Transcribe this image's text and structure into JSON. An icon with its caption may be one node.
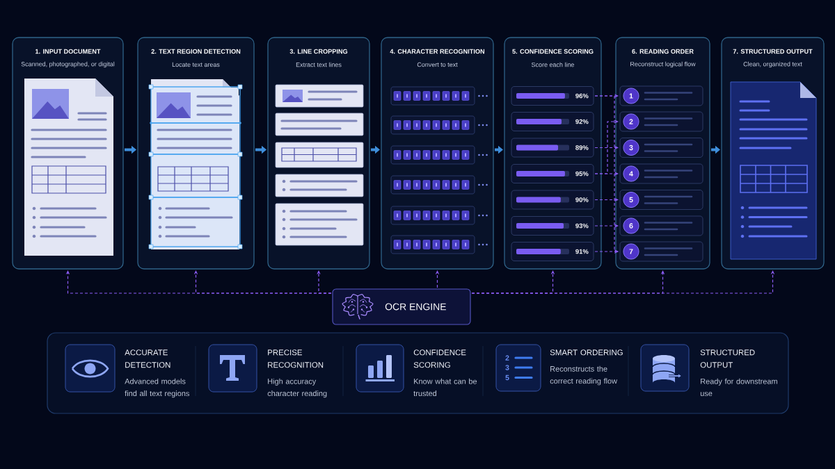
{
  "diagram": {
    "nodes": [
      {
        "text": [
          "1. INPUT DOCUMENT",
          "Scanned, photographed, or digital"
        ]
      },
      {
        "text": [
          "2. TEXT REGION DETECTION",
          "Locate text areas"
        ]
      },
      {
        "text": [
          "3. LINE CROPPING",
          "Extract text lines"
        ]
      },
      {
        "text": [
          "4. CHARACTER RECOGNITION",
          "Convert to text"
        ]
      },
      {
        "text": [
          "5. CONFIDENCE SCORING",
          "Score each line"
        ]
      },
      {
        "text": [
          "6. READING ORDER",
          "Reconstruct logical flow"
        ]
      },
      {
        "text": [
          "7. STRUCTURED OUTPUT",
          "Clean, organized text"
        ]
      },
      {
        "text": [
          "96%"
        ],
        "in": 4
      },
      {
        "text": [
          "92%"
        ],
        "in": 4
      },
      {
        "text": [
          "89%"
        ],
        "in": 4
      },
      {
        "text": [
          "95%"
        ],
        "in": 4
      },
      {
        "text": [
          "90%"
        ],
        "in": 4
      },
      {
        "text": [
          "93%"
        ],
        "in": 4
      },
      {
        "text": [
          "91%"
        ],
        "in": 4
      },
      {
        "text": [
          "1"
        ],
        "in": 5
      },
      {
        "text": [
          "2"
        ],
        "in": 5
      },
      {
        "text": [
          "3"
        ],
        "in": 5
      },
      {
        "text": [
          "4"
        ],
        "in": 5
      },
      {
        "text": [
          "5"
        ],
        "in": 5
      },
      {
        "text": [
          "6"
        ],
        "in": 5
      },
      {
        "text": [
          "7"
        ],
        "in": 5
      },
      {
        "text": [
          "OCR ENGINE"
        ]
      }
    ],
    "edges": [
      {
        "from": 0,
        "to": 1,
        "arrow": "to",
        "style": "thick",
        "color": "#3f8fdc"
      },
      {
        "from": 1,
        "to": 2,
        "arrow": "to",
        "style": "thick",
        "color": "#3f8fdc"
      },
      {
        "from": 2,
        "to": 3,
        "arrow": "to",
        "style": "thick",
        "color": "#3f8fdc"
      },
      {
        "from": 3,
        "to": 4,
        "arrow": "to",
        "style": "thick",
        "color": "#3f8fdc"
      },
      {
        "from": 5,
        "to": 6,
        "arrow": "to",
        "style": "thick",
        "color": "#3f8fdc"
      },
      {
        "from": 21,
        "to": 0,
        "arrow": "to",
        "style": "dashed"
      },
      {
        "from": 21,
        "to": 1,
        "arrow": "to",
        "style": "dashed"
      },
      {
        "from": 21,
        "to": 2,
        "arrow": "to",
        "style": "dashed"
      },
      {
        "from": 21,
        "to": 3,
        "arrow": "to",
        "style": "dashed"
      },
      {
        "from": 21,
        "to": 4,
        "arrow": "to",
        "style": "dashed"
      },
      {
        "from": 21,
        "to": 5,
        "arrow": "to",
        "style": "dashed"
      },
      {
        "from": 21,
        "to": 6,
        "arrow": "to",
        "style": "dashed"
      },
      {
        "from": 7,
        "to": 14,
        "arrow": "to",
        "style": "dashed"
      },
      {
        "from": 7,
        "to": 20,
        "arrow": "to",
        "style": "dashed"
      },
      {
        "from": 10,
        "to": 15,
        "arrow": "to",
        "style": "dashed"
      },
      {
        "from": 9,
        "to": 16,
        "arrow": "to",
        "style": "dashed"
      },
      {
        "from": 10,
        "to": 17,
        "arrow": "to",
        "style": "dashed"
      },
      {
        "from": 11,
        "to": 18,
        "arrow": "to",
        "style": "dashed"
      },
      {
        "from": 12,
        "to": 19,
        "arrow": "to",
        "style": "dashed"
      },
      {
        "from": 13,
        "to": 20,
        "arrow": "to",
        "style": "dashed"
      }
    ],
    "labels": [
      "ACCURATE DETECTION",
      "Advanced models find all text regions",
      "PRECISE RECOGNITION",
      "High accuracy character reading",
      "CONFIDENCE SCORING",
      "Know what can be trusted",
      "2",
      "3",
      "5",
      "SMART ORDERING",
      "Reconstructs the correct reading flow",
      "STRUCTURED OUTPUT",
      "Ready for downstream use"
    ]
  }
}
